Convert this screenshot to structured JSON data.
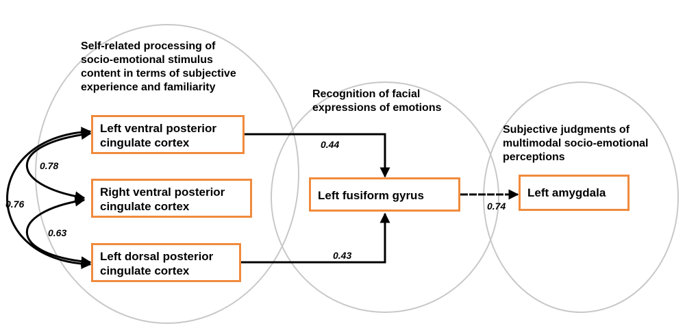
{
  "regions": {
    "self_related": "Self-related processing of\nsocio-emotional stimulus\ncontent in terms of subjective\nexperience and familiarity",
    "facial_recognition": "Recognition of facial\nexpressions of emotions",
    "subjective_judgments": "Subjective judgments of\nmultimodal socio-emotional\nperceptions"
  },
  "nodes": {
    "left_vpcc": "Left ventral posterior\ncingulate cortex",
    "right_vpcc": "Right ventral posterior\ncingulate cortex",
    "left_dpcc": "Left dorsal posterior\ncingulate cortex",
    "left_fusiform": "Left fusiform gyrus",
    "left_amygdala": "Left amygdala"
  },
  "edges": {
    "vpcc_to_fusiform": "0.44",
    "dpcc_to_fusiform": "0.43",
    "fusiform_to_amygdala": "0.74",
    "rvpcc_lvpcc": "0.78",
    "dpcc_lvpcc": "0.76",
    "rvpcc_dpcc": "0.63"
  },
  "colors": {
    "box_border": "#f08a3c",
    "ellipse_stroke": "#c8c8c8",
    "arrow": "#000000"
  }
}
